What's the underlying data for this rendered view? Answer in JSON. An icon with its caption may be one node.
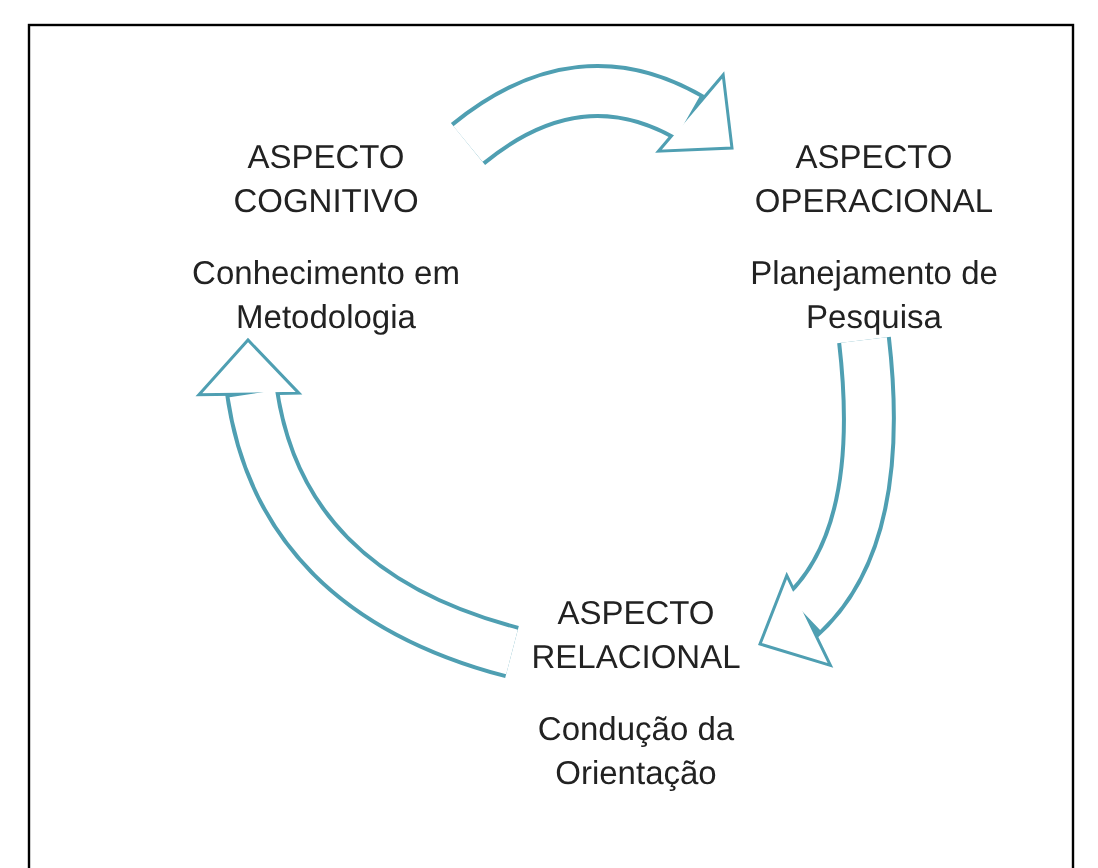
{
  "diagram": {
    "nodes": [
      {
        "text": [
          "ASPECTO COGNITIVO",
          "Conhecimento em Metodologia"
        ]
      },
      {
        "text": [
          "ASPECTO OPERACIONAL",
          "Planejamento de Pesquisa"
        ]
      },
      {
        "text": [
          "ASPECTO RELACIONAL",
          "Condução da Orientação"
        ]
      }
    ],
    "edges": [
      {
        "from": 0,
        "to": 1,
        "arrow": "to"
      },
      {
        "from": 1,
        "to": 2,
        "arrow": "to"
      },
      {
        "from": 2,
        "to": 0,
        "arrow": "to"
      }
    ]
  }
}
